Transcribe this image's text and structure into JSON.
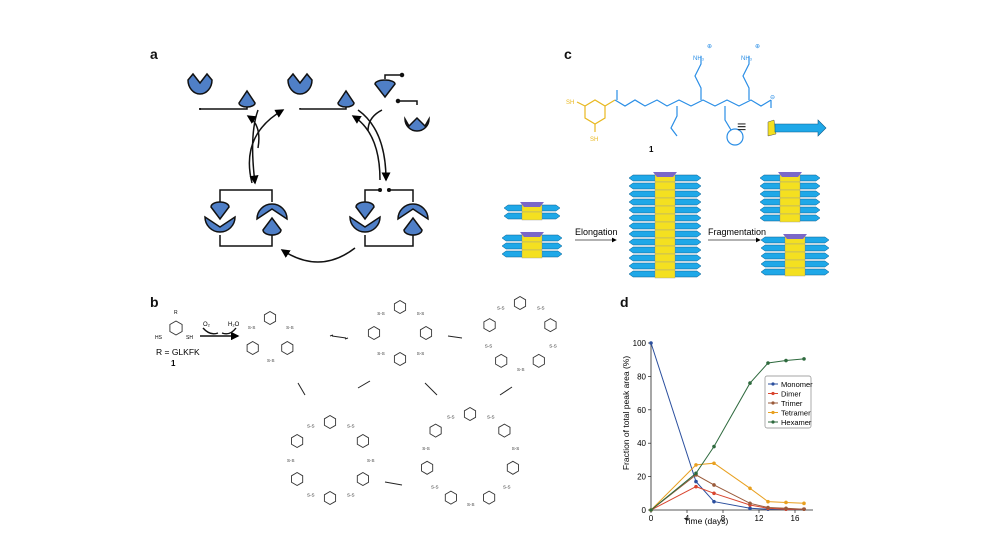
{
  "panels": {
    "a": {
      "label": "a"
    },
    "b": {
      "label": "b",
      "monomer_number": "1",
      "r_def": "R = GLKFK",
      "reagent_o2": "O₂",
      "reagent_h2o": "H₂O",
      "atom_s": "S",
      "atom_r": "R",
      "atom_sh": "SH",
      "atom_hs": "HS"
    },
    "c": {
      "label": "c",
      "compound_number": "1",
      "nh3": "NH₃",
      "plus": "⊕",
      "minus": "⊖",
      "elongation": "Elongation",
      "fragmentation": "Fragmentation",
      "sh_top": "SH",
      "sh_bottom": "SH",
      "equiv": "≡"
    },
    "d": {
      "label": "d"
    }
  },
  "colors": {
    "shape_blue": "#4f7fc7",
    "peptide_blue": "#2a8ee6",
    "thiol_yellow": "#e8b820",
    "sheet_blue": "#1fa8e8",
    "core_yellow": "#f4e020",
    "cap_purple": "#7b68c8"
  },
  "chart_data": {
    "type": "line",
    "title": "",
    "xlabel": "Time (days)",
    "ylabel": "Fraction of total peak area (%)",
    "xlim": [
      0,
      18
    ],
    "ylim": [
      0,
      100
    ],
    "xticks": [
      0,
      4,
      8,
      12,
      16
    ],
    "yticks": [
      0,
      20,
      40,
      60,
      80,
      100
    ],
    "legend_position": "center-right",
    "x": [
      0,
      5,
      7,
      11,
      13,
      15,
      17
    ],
    "series": [
      {
        "name": "Monomer",
        "color": "#2b4f9e",
        "marker": "square",
        "values": [
          100,
          17,
          5,
          1,
          0.5,
          0.5,
          0.5
        ]
      },
      {
        "name": "Dimer",
        "color": "#d9452f",
        "marker": "circle",
        "values": [
          0,
          14,
          10,
          3,
          1,
          0.5,
          0.5
        ]
      },
      {
        "name": "Trimer",
        "color": "#9a5a3a",
        "marker": "triangle-up",
        "values": [
          0,
          21,
          15,
          4,
          1.5,
          1,
          0.5
        ]
      },
      {
        "name": "Tetramer",
        "color": "#e8a020",
        "marker": "triangle-down",
        "values": [
          0,
          27,
          28,
          13,
          5,
          4.5,
          4
        ]
      },
      {
        "name": "Hexamer",
        "color": "#2e6a3e",
        "marker": "circle",
        "values": [
          0,
          22,
          38,
          76,
          88,
          89.5,
          90.5
        ]
      }
    ]
  }
}
